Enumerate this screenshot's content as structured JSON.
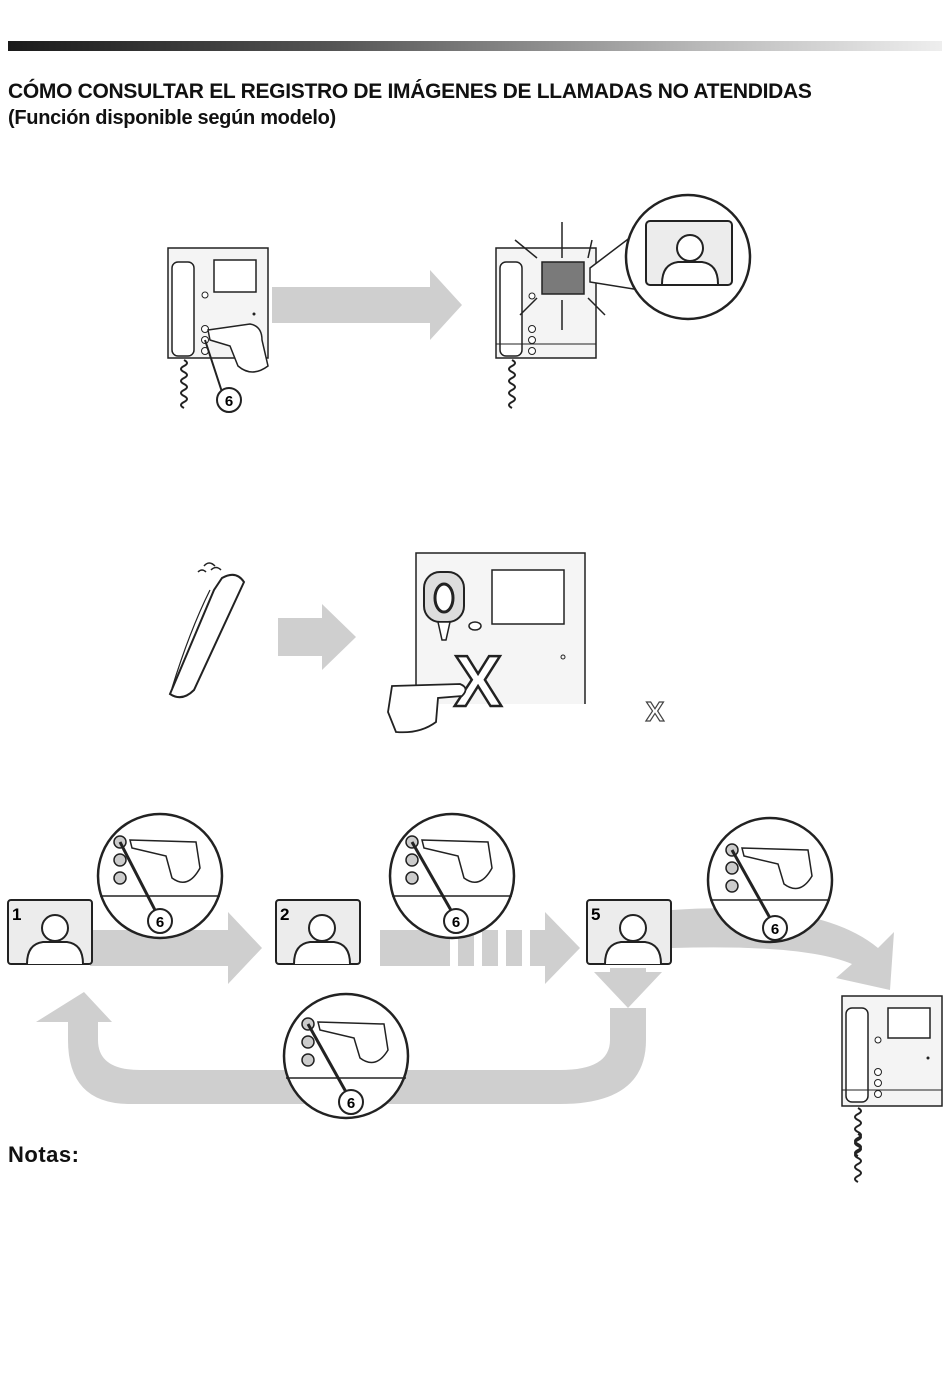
{
  "header": {
    "title": "CÓMO CONSULTAR EL REGISTRO DE IMÁGENES DE LLAMADAS NO ATENDIDAS",
    "subtitle": "(Función disponible según modelo)"
  },
  "labels": {
    "button_number": "6",
    "image_index_1": "1",
    "image_index_2": "2",
    "image_index_5": "5",
    "cross_mark": "X",
    "cross_outline": "X"
  },
  "notes": {
    "heading": "Notas:"
  },
  "colors": {
    "arrow_gray": "#cfcfcf",
    "device_gray": "#f4f4f4",
    "outline": "#222222",
    "screen_dark": "#7a7a7a"
  },
  "icons": [
    "monitor-icon",
    "handset-icon",
    "finger-icon",
    "person-silhouette-icon",
    "arrow-right-icon",
    "cross-icon"
  ]
}
